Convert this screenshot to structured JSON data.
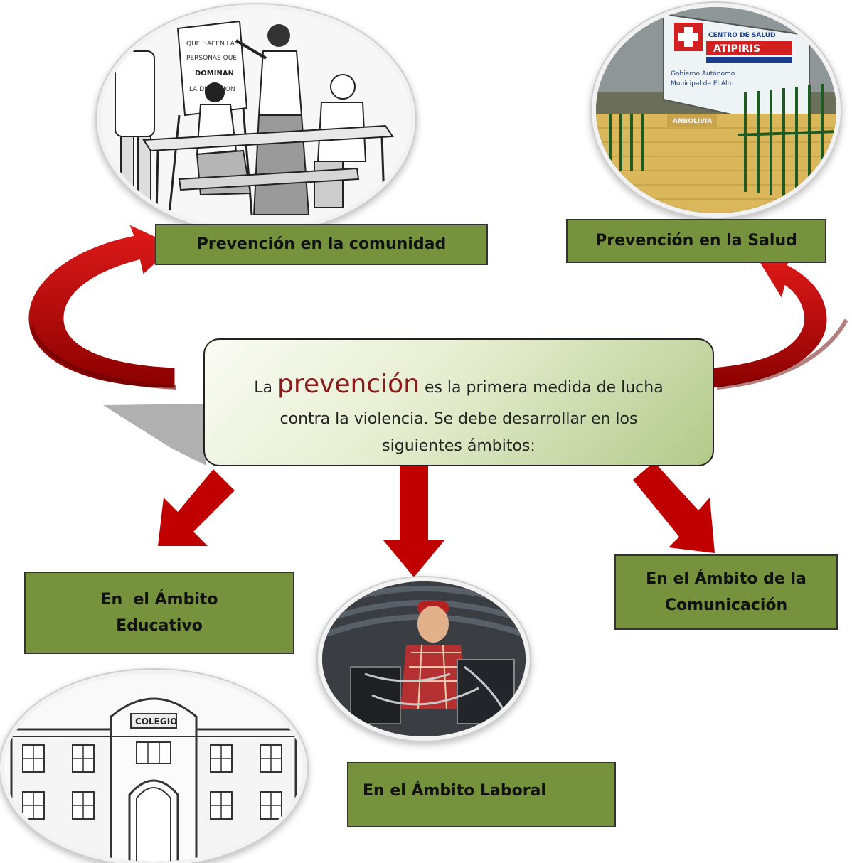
{
  "center": {
    "line1_pre": "La ",
    "keyword": "prevención",
    "line1_post": " es la primera medida de lucha",
    "line2": "contra la violencia.  Se debe desarrollar en los",
    "line3": "siguientes ámbitos:"
  },
  "boxes": {
    "comunidad": "Prevención en la comunidad",
    "salud": "Prevención en la Salud",
    "educativo_line1": "En  el Ámbito",
    "educativo_line2": "Educativo",
    "comunicacion_line1": "En el Ámbito de la",
    "comunicacion_line2": "Comunicación",
    "laboral": "En el Ámbito Laboral"
  },
  "images": {
    "discussion_sign_line1": "QUE HACEN LAS",
    "discussion_sign_line2": "PERSONAS QUE",
    "discussion_sign_line3": "DOMINAN",
    "discussion_sign_line4": "LA DISCUSION",
    "health_sign_line1": "CENTRO DE SALUD",
    "health_sign_line2": "ATIPIRIS",
    "health_sign_line3": "Gobierno Autónomo",
    "health_sign_line4": "Municipal de El Alto",
    "health_wall": "ANBOLIVIA",
    "school_sign": "COLEGIO"
  },
  "colors": {
    "box_green": "#76923c",
    "arrow_red": "#c00000",
    "arrow_dark": "#7a0000"
  }
}
